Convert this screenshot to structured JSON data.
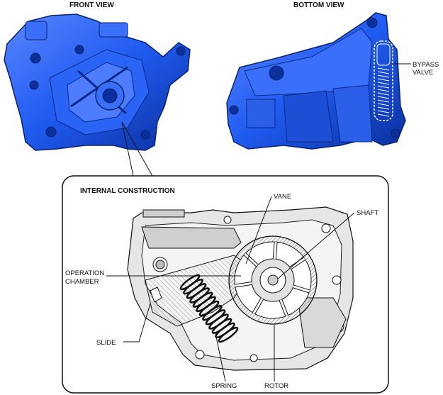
{
  "views": {
    "front_title": "FRONT VIEW",
    "bottom_title": "BOTTOM VIEW"
  },
  "callouts": {
    "bypass_valve_line1": "BYPASS",
    "bypass_valve_line2": "VALVE"
  },
  "inset": {
    "title": "INTERNAL CONSTRUCTION",
    "labels": {
      "vane": "VANE",
      "shaft": "SHAFT",
      "operation_chamber_line1": "OPERATION",
      "operation_chamber_line2": "CHAMBER",
      "slide": "SLIDE",
      "spring": "SPRING",
      "rotor": "ROTOR"
    }
  },
  "colors": {
    "casting_blue": "#1f5bf0",
    "casting_dark": "#0b2f9c",
    "casting_light": "#6f97ff",
    "line": "#111111",
    "housing_gray": "#d9d9d9",
    "hatch": "#777777"
  }
}
